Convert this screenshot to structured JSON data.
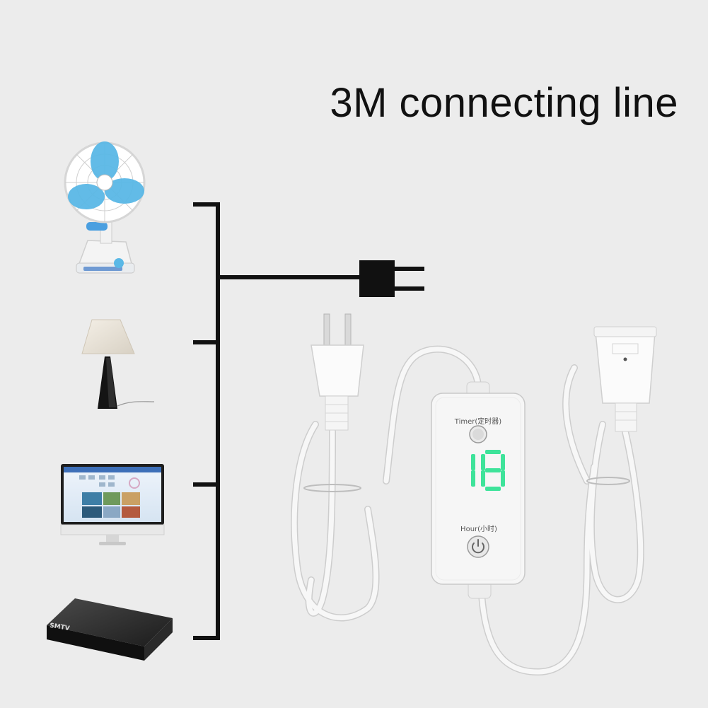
{
  "headline": "3M connecting line",
  "controller": {
    "timer_label": "Timer(定时器)",
    "hour_label": "Hour(小时)",
    "display_value": "18",
    "display_color": "#3ee39a"
  },
  "tvbox_brand": "SMTV",
  "devices": [
    {
      "name": "clip fan"
    },
    {
      "name": "table lamp"
    },
    {
      "name": "computer monitor"
    },
    {
      "name": "tv box"
    }
  ],
  "colors": {
    "background": "#ececec",
    "cable": "#f7f7f7",
    "bracket": "#111111",
    "fan_blade": "#5ab8e6"
  }
}
